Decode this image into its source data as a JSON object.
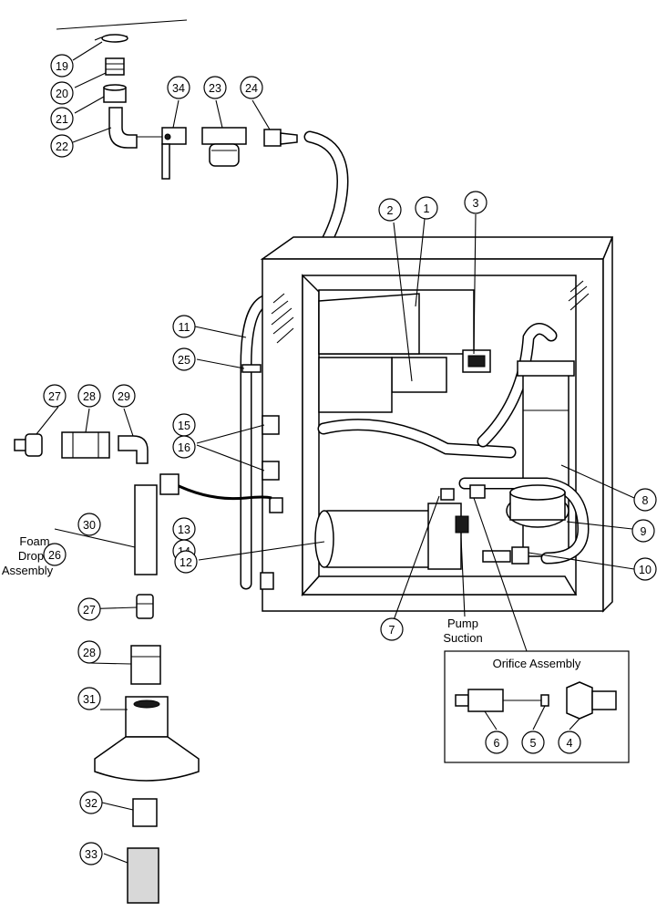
{
  "callouts": {
    "n1": "1",
    "n2": "2",
    "n3": "3",
    "n4": "4",
    "n5": "5",
    "n6": "6",
    "n7": "7",
    "n8": "8",
    "n9": "9",
    "n10": "10",
    "n11": "11",
    "n12": "12",
    "n13": "13",
    "n14": "14",
    "n15": "15",
    "n16": "16",
    "n19": "19",
    "n20": "20",
    "n21": "21",
    "n22": "22",
    "n23": "23",
    "n24": "24",
    "n25": "25",
    "n26": "26",
    "n27a": "27",
    "n27b": "27",
    "n28a": "28",
    "n28b": "28",
    "n29": "29",
    "n30": "30",
    "n31": "31",
    "n32": "32",
    "n33": "33",
    "n34": "34"
  },
  "labels": {
    "foam_line1": "Foam",
    "foam_line2": "Drop",
    "foam_line3": "Assembly",
    "pump_line1": "Pump",
    "pump_line2": "Suction",
    "orifice_title": "Orifice Assembly"
  }
}
